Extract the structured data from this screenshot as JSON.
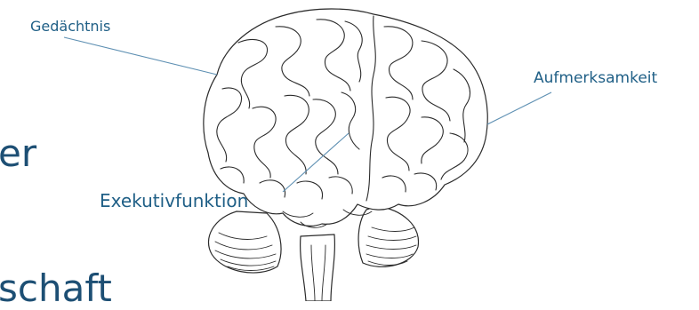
{
  "labels": {
    "memory": "Gedächtnis",
    "attention": "Aufmerksamkeit",
    "executive": "Exekutivfunktion"
  },
  "background_text": {
    "line1": "er",
    "line2": "schaft"
  },
  "colors": {
    "label_text": "#1f5f86",
    "leader_line": "#5d8fb2",
    "background_text": "#1d4f74",
    "brain_outline": "#2b2b2b"
  },
  "icons": {
    "brain": "brain-illustration"
  }
}
